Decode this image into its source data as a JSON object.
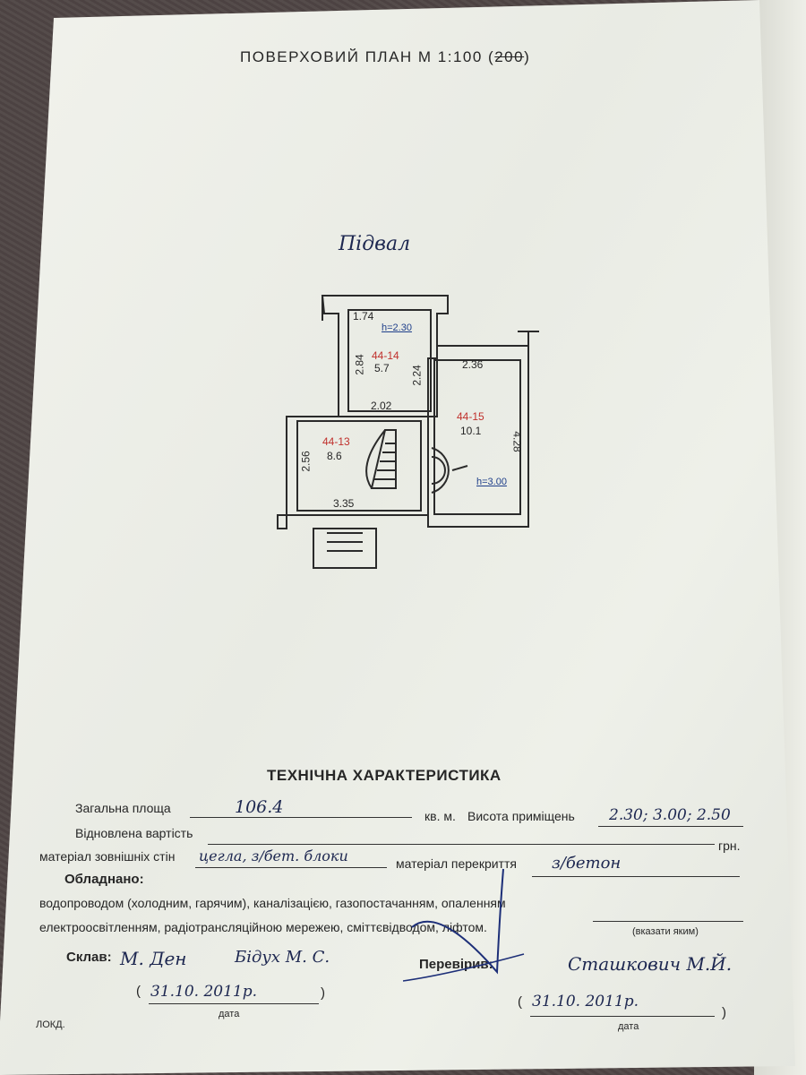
{
  "header": {
    "title_main": "ПОВЕРХОВИЙ ПЛАН М 1:100 (",
    "title_strike": "200",
    "title_end": ")"
  },
  "plan": {
    "floor_label": "Підвал",
    "rooms": [
      {
        "id": "44-14",
        "area": "5.7",
        "height": "h=2.30"
      },
      {
        "id": "44-15",
        "area": "10.1",
        "height": "h=3.00"
      },
      {
        "id": "44-13",
        "area": "8.6"
      }
    ],
    "dimensions": [
      "1.74",
      "2.84",
      "2.24",
      "2.36",
      "2.02",
      "2.56",
      "4.28",
      "3.35"
    ],
    "colors": {
      "room_id": "#c0302c",
      "height_mark": "#1f3f8a",
      "ink": "#2a2a2a"
    }
  },
  "tech": {
    "heading": "ТЕХНІЧНА ХАРАКТЕРИСТИКА",
    "total_area_label": "Загальна площа",
    "total_area_value": "106.4",
    "total_area_unit": "кв. м.",
    "height_label": "Висота приміщень",
    "height_value": "2.30; 3.00; 2.50",
    "restored_value_label": "Відновлена вартість",
    "currency": "грн.",
    "wall_material_label": "матеріал зовнішніх стін",
    "wall_material_value": "цегла, з/бет. блоки",
    "ceiling_material_label": "матеріал перекриття",
    "ceiling_material_value": "з/бетон",
    "equipped_label": "Обладнано:",
    "equipped_line1": "водопроводом (холодним, гарячим), каналізацією, газопостачанням, опаленням",
    "equipped_line2": "електроосвітленням, радіотрансляційною мережею, сміттєвідводом, ліфтом.",
    "specify_hint": "(вказати яким)"
  },
  "signatures": {
    "composed_label": "Склав:",
    "composed_by": "Бідух М. С.",
    "composed_date": "31.10. 2011р.",
    "checked_label": "Перевірив:",
    "checked_by": "Сташкович М.Й.",
    "checked_date": "31.10. 2011р.",
    "date_caption": "дата",
    "open_paren": "(",
    "close_paren": ")"
  },
  "footer": {
    "corner_mark": "ЛОКД."
  }
}
